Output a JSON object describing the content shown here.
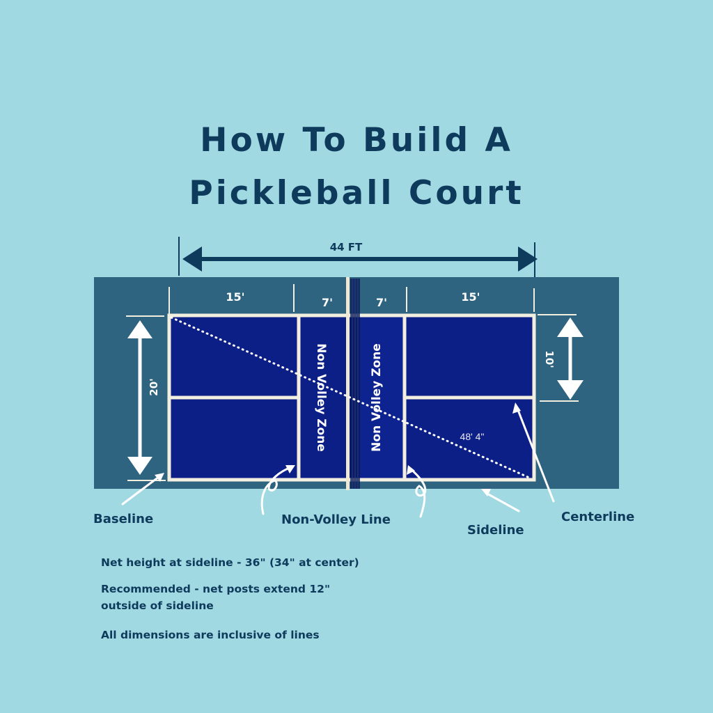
{
  "title": {
    "line1": "How To Build A",
    "line2": "Pickleball Court"
  },
  "dimensions": {
    "total_length": "44 FT",
    "left_back": "15'",
    "left_kitchen": "7'",
    "right_kitchen": "7'",
    "right_back": "15'",
    "width": "20'",
    "half_width": "10'",
    "diagonal": "48' 4\""
  },
  "zones": {
    "left_nvz": "Non Volley Zone",
    "right_nvz": "Non Volley Zone"
  },
  "callouts": {
    "baseline": "Baseline",
    "non_volley_line": "Non-Volley Line",
    "sideline": "Sideline",
    "centerline": "Centerline"
  },
  "notes": [
    "Net height at sideline - 36\" (34\" at center)",
    "Recommended - net posts extend 12\"",
    "outside of sideline",
    "All dimensions are inclusive of lines"
  ],
  "colors": {
    "background": "#a0d9e2",
    "surround": "#2f6480",
    "court": "#0c1f86",
    "lines": "#f3efe0",
    "text_dark": "#0e3a5c"
  }
}
